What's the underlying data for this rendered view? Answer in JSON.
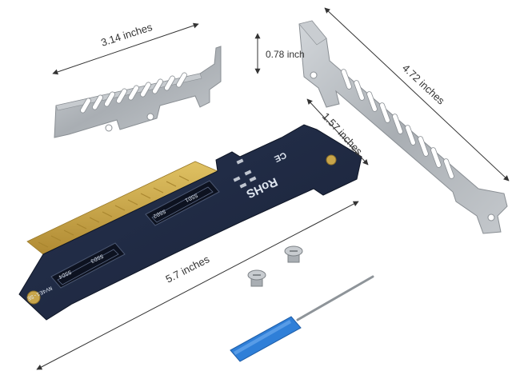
{
  "dimensions": {
    "short_bracket_width": "3.14 inches",
    "bracket_offset": "0.78 inch",
    "full_bracket_height": "4.72 inches",
    "bracket_tab": "1.57 inches",
    "card_length": "5.7 inches"
  },
  "board_markings": {
    "rohs": "RoHS",
    "ce": "CE",
    "slot_left": "SSD4",
    "slot_left_b": "SSD3",
    "slot_right": "SSD2",
    "slot_right_b": "SSD1",
    "model": "NV4E1-SE"
  },
  "colors": {
    "pcb": "#1f2a44",
    "gold_fingers": "#c8a54a",
    "bracket": "#aeb3b8",
    "screwdriver": "#2f7fd8",
    "dimension_line": "#333333"
  }
}
